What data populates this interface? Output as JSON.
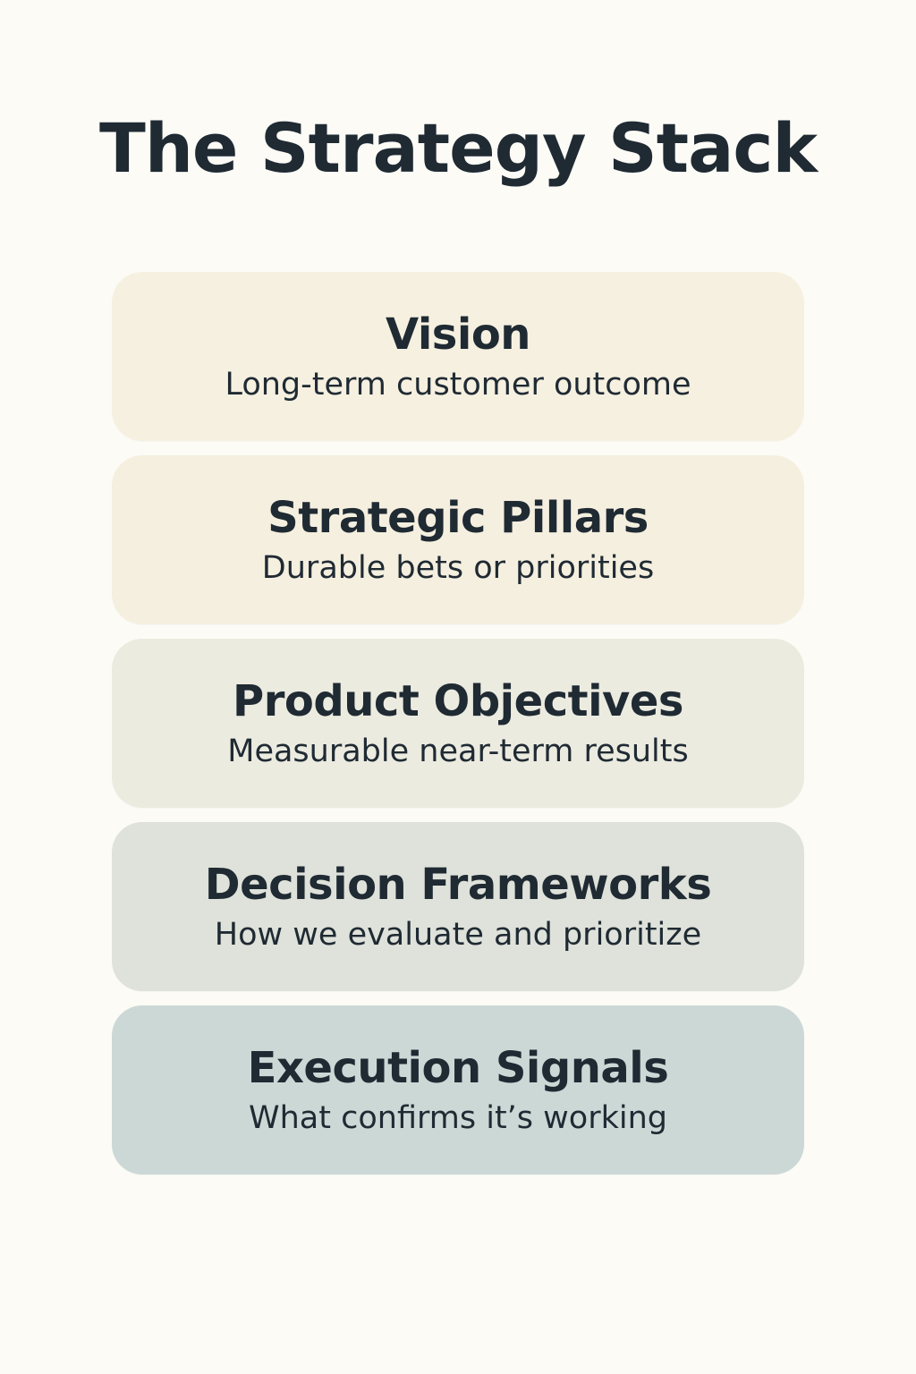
{
  "title": "The Strategy Stack",
  "layers": [
    {
      "title": "Vision",
      "description": "Long-term customer outcome",
      "color": "#f6f0e0"
    },
    {
      "title": "Strategic Pillars",
      "description": "Durable bets or priorities",
      "color": "#f5efdf"
    },
    {
      "title": "Product Objectives",
      "description": "Measurable near-term results",
      "color": "#ecebe0"
    },
    {
      "title": "Decision Frameworks",
      "description": "How we evaluate and prioritize",
      "color": "#dfe2da"
    },
    {
      "title": "Execution Signals",
      "description": "What confirms it’s working",
      "color": "#ccd8d6"
    }
  ]
}
